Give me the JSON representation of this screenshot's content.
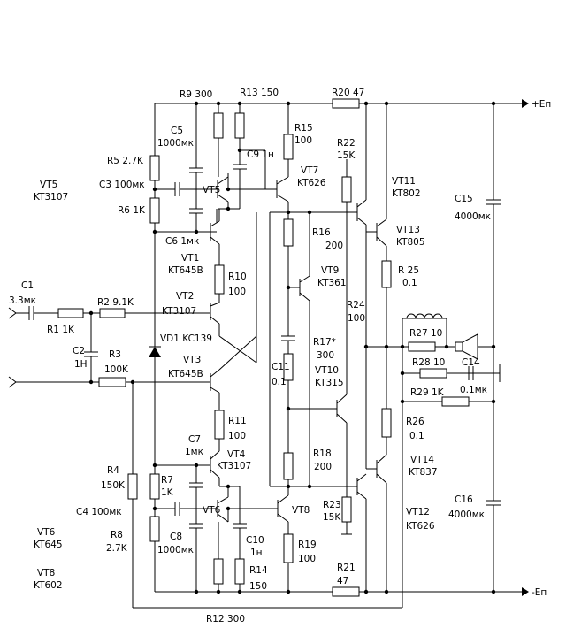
{
  "diagram": {
    "rails": {
      "pos": "+Еп",
      "neg": "-Еп"
    },
    "labels": {
      "r9": "R9 300",
      "r13": "R13 150",
      "r20": "R20 47",
      "r15a": "R15",
      "r15b": "100",
      "r22a": "R22",
      "r22b": "15K",
      "c5a": "C5",
      "c5b": "1000мк",
      "c9": "C9 1н",
      "vt7a": "VT7",
      "vt7b": "KT626",
      "vt11a": "VT11",
      "vt11b": "KT802",
      "r5": "R5 2.7K",
      "c3": "C3 100мк",
      "r6": "R6 1K",
      "vt5": "VT5",
      "vt5t_a": "VT5",
      "vt5t_b": "KT3107",
      "c15a": "C15",
      "c15b": "4000мк",
      "c6": "C6 1мк",
      "vt1a": "VT1",
      "vt1b": "KT645B",
      "r16a": "R16",
      "r16b": "200",
      "vt13a": "VT13",
      "vt13b": "KT805",
      "r25a": "R 25",
      "r25b": "0.1",
      "vt9a": "VT9",
      "vt9b": "KT361",
      "r10a": "R10",
      "r10b": "100",
      "c1a": "C1",
      "c1b": "3.3мк",
      "r2": "R2 9.1K",
      "vt2a": "VT2",
      "vt2b": "KT3107",
      "r24a": "R24",
      "r24b": "100",
      "r1": "R1 1K",
      "r27": "R27 10",
      "vd1": "VD1 KC139",
      "c2a": "C2",
      "c2b": "1H",
      "r17a": "R17*",
      "r17b": "300",
      "r28": "R28 10",
      "c14": "C14",
      "r3a": "R3",
      "r3b": "100K",
      "vt3a": "VT3",
      "vt3b": "KT645B",
      "c11a": "C11",
      "c11b": "0.1",
      "vt10a": "VT10",
      "vt10b": "KT315",
      "c14b": "0.1мк",
      "r29": "R29 1K",
      "r11a": "R11",
      "r11b": "100",
      "r26a": "R26",
      "r26b": "0.1",
      "c7a": "C7",
      "c7b": "1мк",
      "vt4a": "VT4",
      "vt4b": "KT3107",
      "r18a": "R18",
      "r18b": "200",
      "vt14a": "VT14",
      "vt14b": "KT837",
      "r4a": "R4",
      "r4b": "150K",
      "r7a": "R7",
      "r7b": "1K",
      "c16a": "C16",
      "c16b": "4000мк",
      "c4": "C4  100мк",
      "vt6": "VT6",
      "vt8": "VT8",
      "r23a": "R23",
      "r23b": "15K",
      "vt12a": "VT12",
      "vt12b": "KT626",
      "r8a": "R8",
      "r8b": "2.7K",
      "c8a": "C8",
      "c8b": "1000мк",
      "c10a": "C10",
      "c10b": "1н",
      "r19a": "R19",
      "r19b": "100",
      "vt6t_a": "VT6",
      "vt6t_b": "KT645",
      "r14a": "R14",
      "r14b": "150",
      "r21a": "R21",
      "r21b": "47",
      "vt8t_a": "VT8",
      "vt8t_b": "KT602",
      "r12": "R12  300"
    }
  }
}
